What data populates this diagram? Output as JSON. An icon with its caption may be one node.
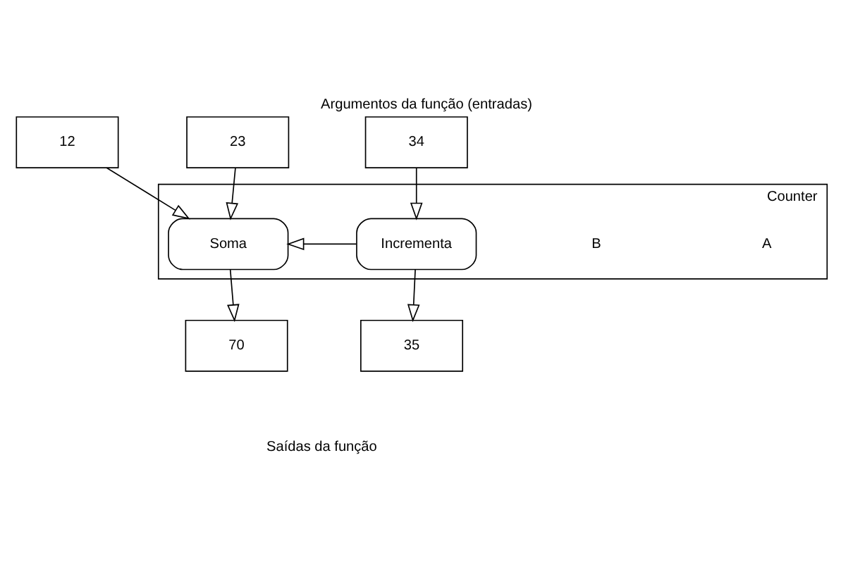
{
  "diagram": {
    "title": "Argumentos da função (entradas)",
    "caption": "Saídas da função",
    "nodes": [
      {
        "text": [
          "12"
        ]
      },
      {
        "text": [
          "23"
        ]
      },
      {
        "text": [
          "34"
        ]
      },
      {
        "text": [
          "Counter"
        ]
      },
      {
        "text": [
          "Soma"
        ],
        "in": 3
      },
      {
        "text": [
          "Incrementa"
        ],
        "in": 3
      },
      {
        "text": [
          "70"
        ]
      },
      {
        "text": [
          "35"
        ]
      }
    ],
    "edges": [
      {
        "from": 0,
        "to": 4,
        "arrow": "to"
      },
      {
        "from": 1,
        "to": 4,
        "arrow": "to"
      },
      {
        "from": 2,
        "to": 5,
        "arrow": "to"
      },
      {
        "from": 5,
        "to": 4,
        "arrow": "to"
      },
      {
        "from": 4,
        "to": 6,
        "arrow": "to"
      },
      {
        "from": 5,
        "to": 7,
        "arrow": "to"
      }
    ],
    "labels": [
      "A",
      "B"
    ]
  }
}
